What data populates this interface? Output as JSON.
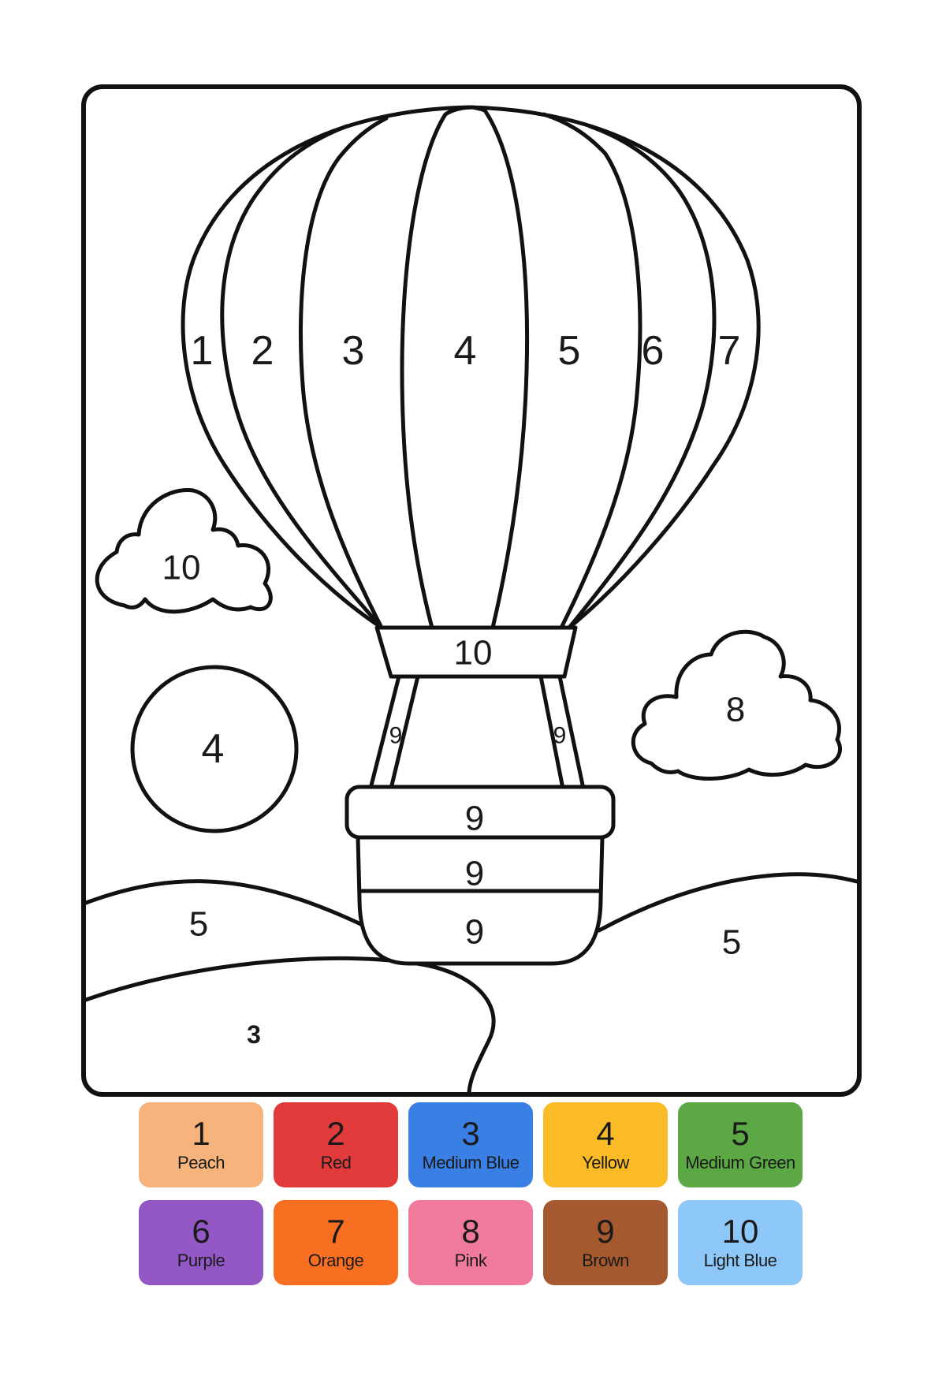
{
  "labels": {
    "balloon_stripes": [
      "1",
      "2",
      "3",
      "4",
      "5",
      "6",
      "7"
    ],
    "balloon_band": "10",
    "ropes": [
      "9",
      "9"
    ],
    "basket_rows": [
      "9",
      "9",
      "9"
    ],
    "cloud_left": "10",
    "cloud_right": "8",
    "sun": "4",
    "hill_left": "5",
    "hill_right": "5",
    "ground": "3"
  },
  "legend": [
    {
      "number": "1",
      "name": "Peach",
      "color": "#F6B47C"
    },
    {
      "number": "2",
      "name": "Red",
      "color": "#E03A3A"
    },
    {
      "number": "3",
      "name": "Medium Blue",
      "color": "#3A80E4"
    },
    {
      "number": "4",
      "name": "Yellow",
      "color": "#FABB26"
    },
    {
      "number": "5",
      "name": "Medium Green",
      "color": "#5BA845"
    },
    {
      "number": "6",
      "name": "Purple",
      "color": "#9358C6"
    },
    {
      "number": "7",
      "name": "Orange",
      "color": "#F86F22"
    },
    {
      "number": "8",
      "name": "Pink",
      "color": "#F07A9C"
    },
    {
      "number": "9",
      "name": "Brown",
      "color": "#A45A2E"
    },
    {
      "number": "10",
      "name": "Light Blue",
      "color": "#8EC8F8"
    }
  ]
}
